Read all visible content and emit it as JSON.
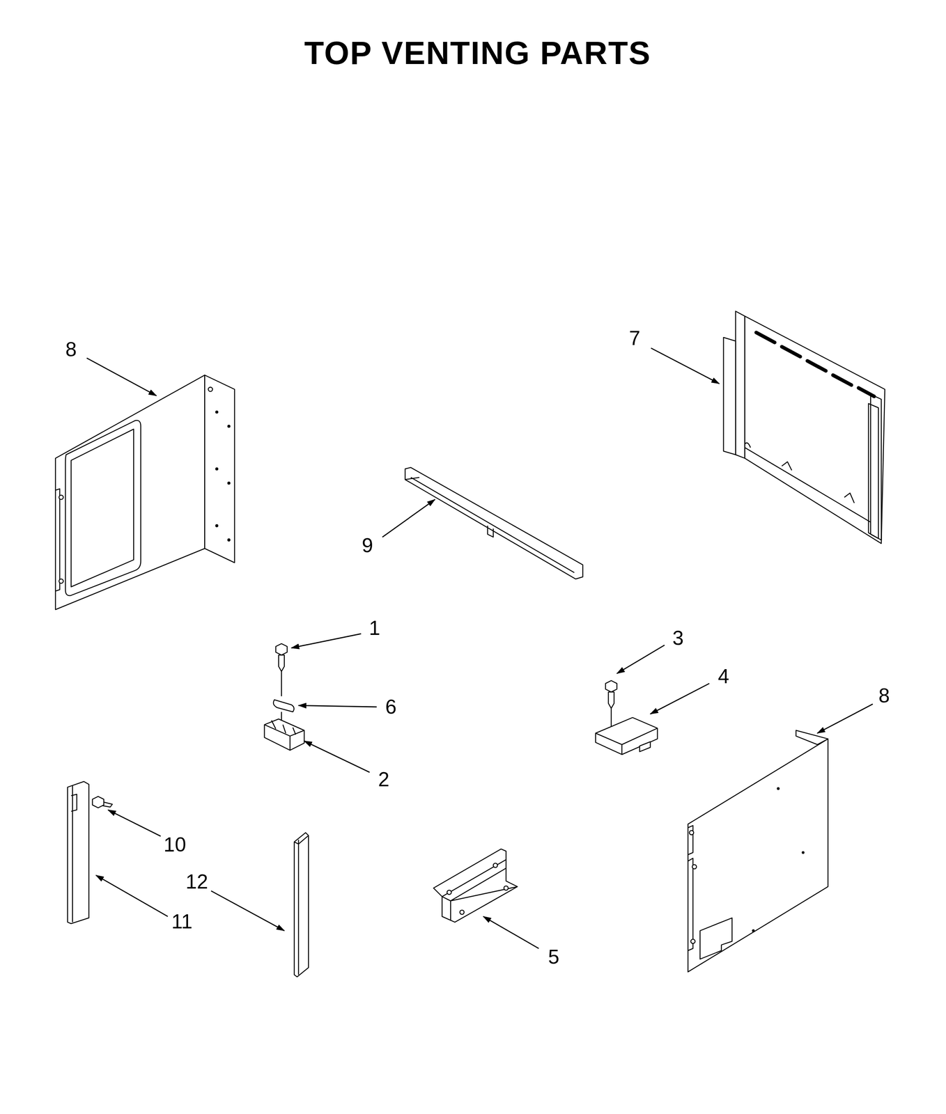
{
  "diagram": {
    "title": "TOP VENTING PARTS",
    "labels": [
      "8",
      "7",
      "9",
      "1",
      "3",
      "4",
      "6",
      "8",
      "2",
      "10",
      "12",
      "11",
      "5"
    ]
  }
}
